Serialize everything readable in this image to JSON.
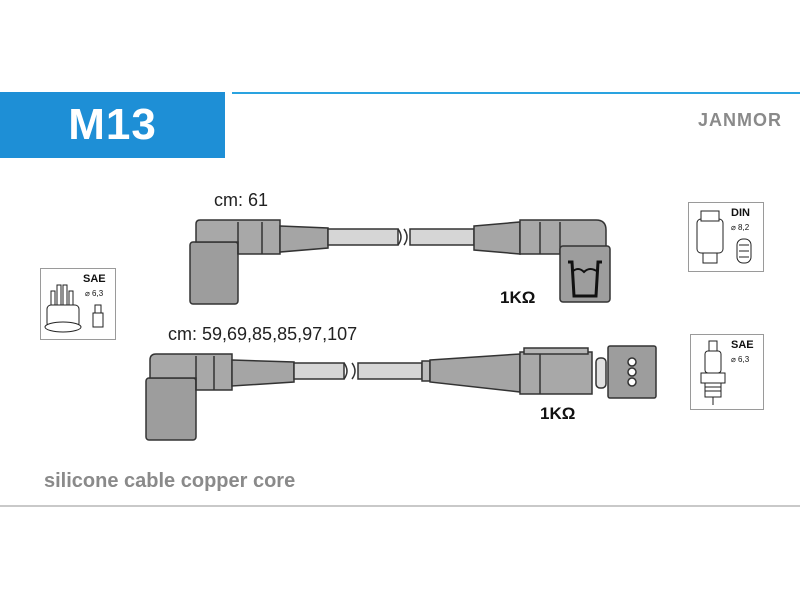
{
  "header": {
    "code": "M13",
    "brand": "JANMOR"
  },
  "cables": {
    "top": {
      "length_label": "cm: 61",
      "resistor_label": "1KΩ"
    },
    "bottom": {
      "length_label": "cm: 59,69,85,85,97,107",
      "resistor_label": "1KΩ"
    }
  },
  "standards": {
    "distributor": {
      "standard": "SAE",
      "diameter": "⌀ 6,3"
    },
    "coil": {
      "standard": "DIN",
      "diameter": "⌀ 8,2"
    },
    "spark_plug": {
      "standard": "SAE",
      "diameter": "⌀ 6,3"
    }
  },
  "footer": {
    "description": "silicone cable copper core"
  },
  "colors": {
    "accent": "#1e8fd6",
    "cable_fill": "#9d9d9d",
    "cable_stroke": "#333333"
  }
}
